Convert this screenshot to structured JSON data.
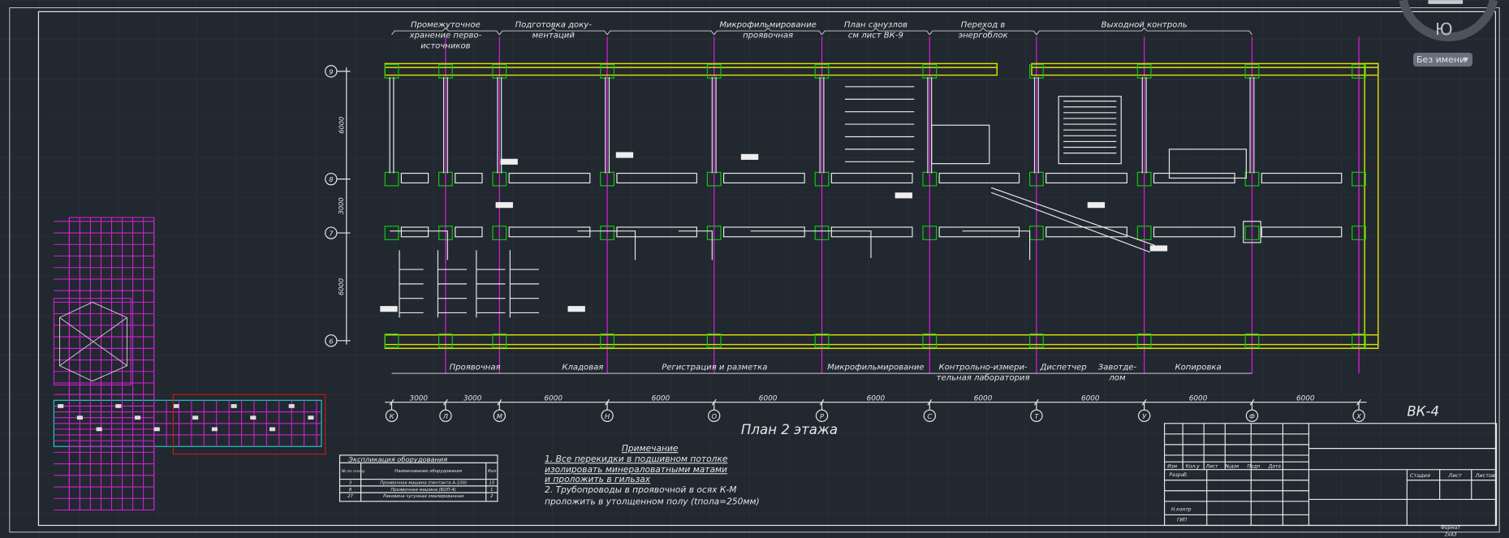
{
  "viewport": {
    "viewcube_direction": "Ю",
    "named_view_dropdown": "Без имени"
  },
  "drawing": {
    "sheet_code": "ВК-4",
    "plan_title": "План 2 этажа",
    "top_room_labels": [
      [
        "Промежуточное",
        "хранение перво-",
        "источников"
      ],
      [
        "Подготовка доку-",
        "ментаций"
      ],
      [
        "Микрофильмирование",
        "проявочная"
      ],
      [
        "План санузлов",
        "см  лист ВК-9"
      ],
      [
        "Переход в",
        "энергоблок"
      ],
      [
        "Выходной контроль"
      ]
    ],
    "bottom_room_labels": [
      [
        "Проявочная"
      ],
      [
        "Кладовая"
      ],
      [
        "Регистрация и разметка"
      ],
      [
        "Микрофильмирование"
      ],
      [
        "Контрольно-измери-",
        "тельная лаборатория"
      ],
      [
        "Диспетчер"
      ],
      [
        "Завотде-",
        "лом"
      ],
      [
        "Копировка"
      ]
    ],
    "column_axes": [
      "К",
      "Л",
      "М",
      "Н",
      "О",
      "Р",
      "С",
      "Т",
      "У",
      "Ф",
      "Х"
    ],
    "column_spacings": [
      "3000",
      "3000",
      "6000",
      "6000",
      "6000",
      "6000",
      "6000",
      "6000",
      "6000",
      "6000"
    ],
    "row_axes": [
      "9",
      "8",
      "7",
      "6"
    ],
    "row_spacings": [
      "6000",
      "3000",
      "6000"
    ]
  },
  "equipment_table": {
    "title": "Экспликация оборудования",
    "headers": [
      "№ по плану",
      "Наименование оборудования",
      "Кол"
    ],
    "rows": [
      [
        "3",
        "Проявочная машина (пентакта А-100)",
        "15"
      ],
      [
        "8",
        "Проявочная машина (БОП-4)",
        "1"
      ],
      [
        "27",
        "Раковина чугунная эмалированная",
        "2"
      ]
    ]
  },
  "notes": {
    "title": "Примечание",
    "lines": [
      "1. Все перекидки в подшивном потолке",
      "изолировать минераловатными матами",
      "и проложить в гильзах",
      "2. Трубопроводы в проявочной в осях К-М",
      "проложить в утолщенном полу (tпола=250мм)"
    ]
  },
  "title_block": {
    "headers": [
      "Изм",
      "Кол.у",
      "Лист",
      "№док",
      "Подп",
      "Дата"
    ],
    "roles": [
      "Разраб.",
      "Н.контр",
      "ГИП"
    ],
    "stage_headers": [
      "Стадия",
      "Лист",
      "Листов"
    ],
    "format": [
      "Формат",
      "2хА3"
    ]
  },
  "colors": {
    "background": "#212830",
    "walls": "#e3e000",
    "axes": "#e21be0",
    "columns": "#17c317",
    "selection": "#c41a1a"
  }
}
